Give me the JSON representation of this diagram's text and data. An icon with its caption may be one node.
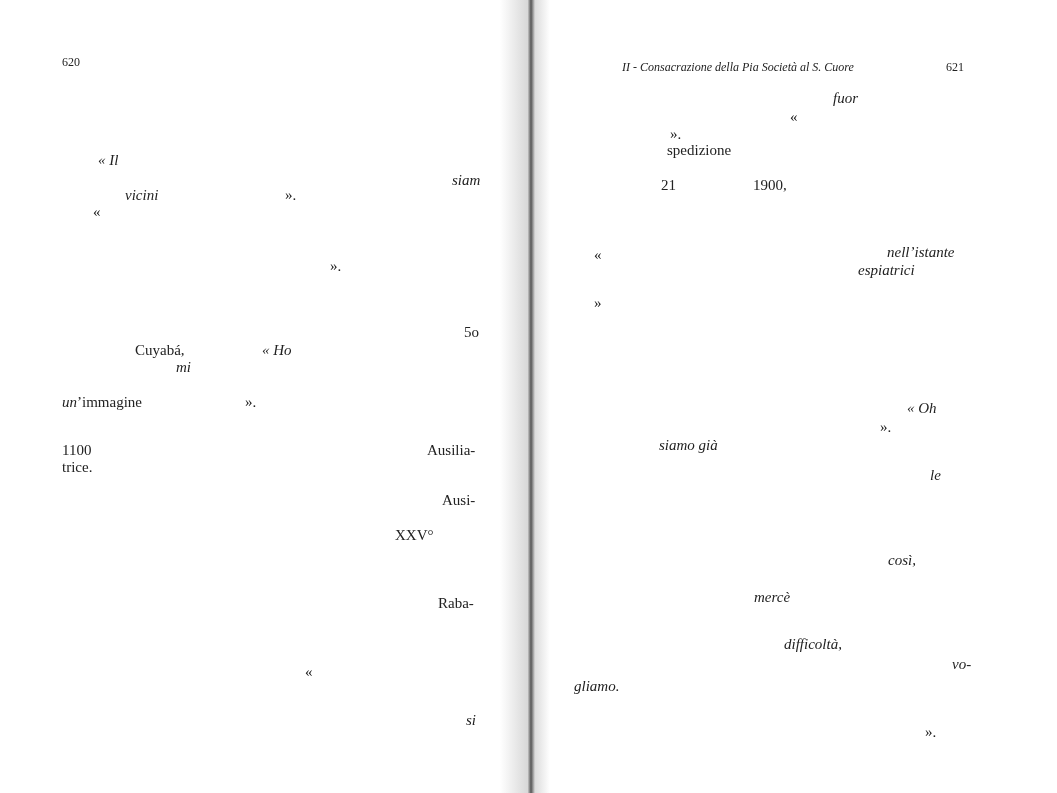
{
  "diagram": {
    "labels": [
      "620",
      "« Il",
      "siam",
      "vicini",
      "».",
      "«",
      "».",
      "5o",
      "Cuyabá,",
      "« Ho",
      "mi",
      "*un*’immagine",
      "».",
      "1100",
      "Ausilia-",
      "trice.",
      "Ausi-",
      "XXV°",
      "Raba-",
      "«",
      "si",
      "II - Consacrazione della Pia Società al S. Cuore",
      "621",
      "fuor",
      "«",
      "».",
      "spedizione",
      "21",
      "1900,",
      "«",
      "nell’istante",
      "espiatrici",
      "»",
      "« Oh",
      "».",
      "siamo già",
      "le",
      "così,",
      "mercè",
      "difficoltà,",
      "vo-",
      "gliamo.",
      "»."
    ]
  }
}
